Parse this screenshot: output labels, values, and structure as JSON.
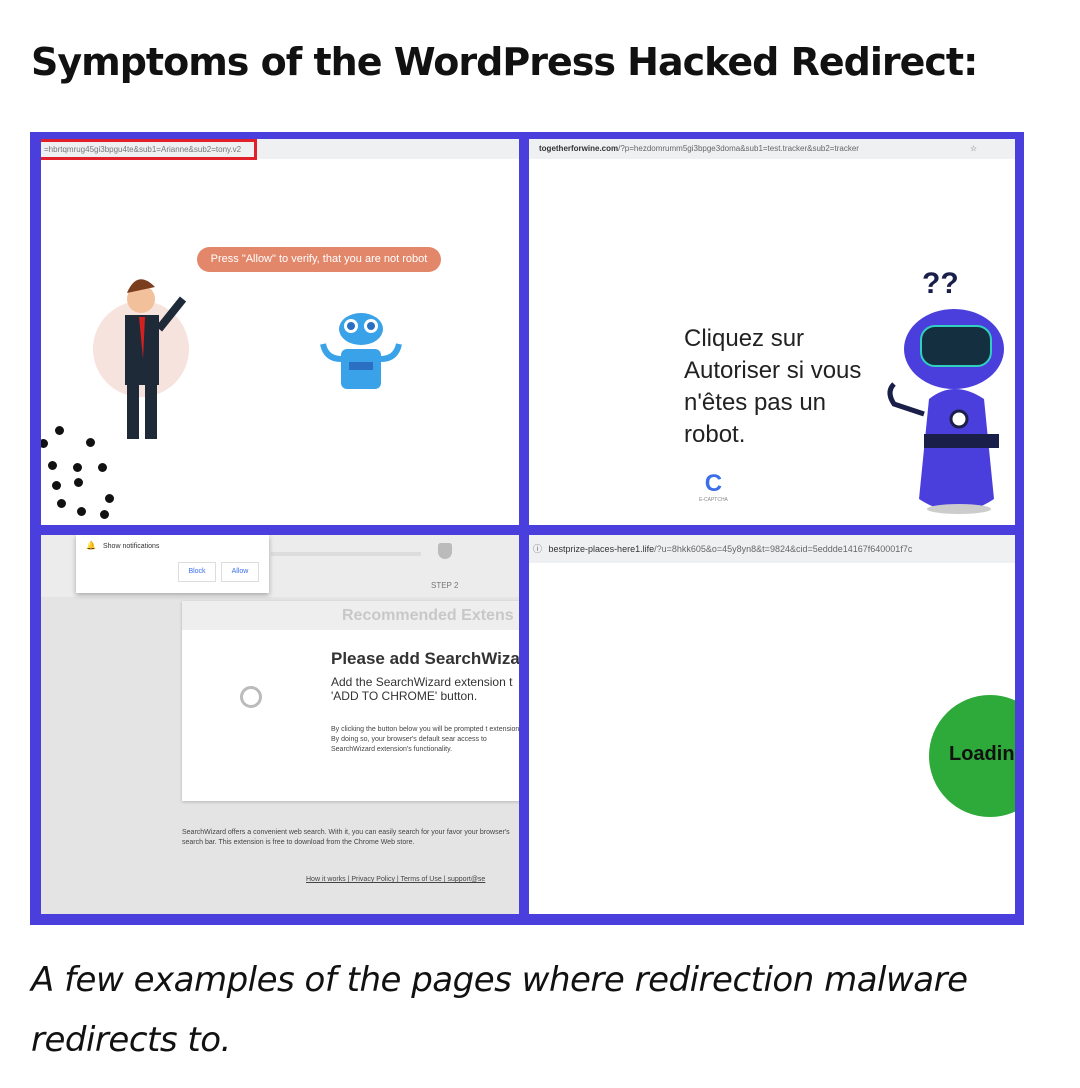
{
  "heading": "Symptoms of the WordPress Hacked Redirect:",
  "caption": "A few examples of the pages where redirection malware redirects to.",
  "colors": {
    "frame": "#4a3fdc",
    "highlight": "#e2202c",
    "bubble": "#e3876a",
    "loading": "#2eaa3a"
  },
  "panel1": {
    "url": "=hbrtqmrug45gi3bpgu4te&sub1=Arianne&sub2=tony.v2",
    "bubble": "Press \"Allow\" to verify, that you are not robot"
  },
  "panel2": {
    "url_domain": "togetherforwine.com",
    "url_path": "/?p=hezdomrumm5gi3bpge3doma&sub1=test.tracker&sub2=tracker",
    "question": "??",
    "text": "Cliquez sur Autoriser si vous n'êtes pas un robot.",
    "captcha_label": "E-CAPTCHA"
  },
  "panel3": {
    "notif": "Show notifications",
    "block": "Block",
    "allow": "Allow",
    "step": "STEP 2",
    "card_header": "Recommended Extens",
    "card_title": "Please add SearchWiza",
    "card_sub": "Add the SearchWizard extension t 'ADD TO CHROME' button.",
    "card_body": "By clicking the button below you will be prompted t extension. By doing so, your browser's default sear access to SearchWizard extension's functionality.",
    "footer_text": "SearchWizard offers a convenient web search. With it, you can easily search for your favor your browser's search bar. This extension is free to download from the Chrome Web store.",
    "links": "How it works | Privacy Policy | Terms of Use | support@se"
  },
  "panel4": {
    "url_domain": "bestprize-places-here1.life",
    "url_path": "/?u=8hkk605&o=45y8yn8&t=9824&cid=5eddde14167f640001f7c",
    "loading": "Loadin"
  }
}
